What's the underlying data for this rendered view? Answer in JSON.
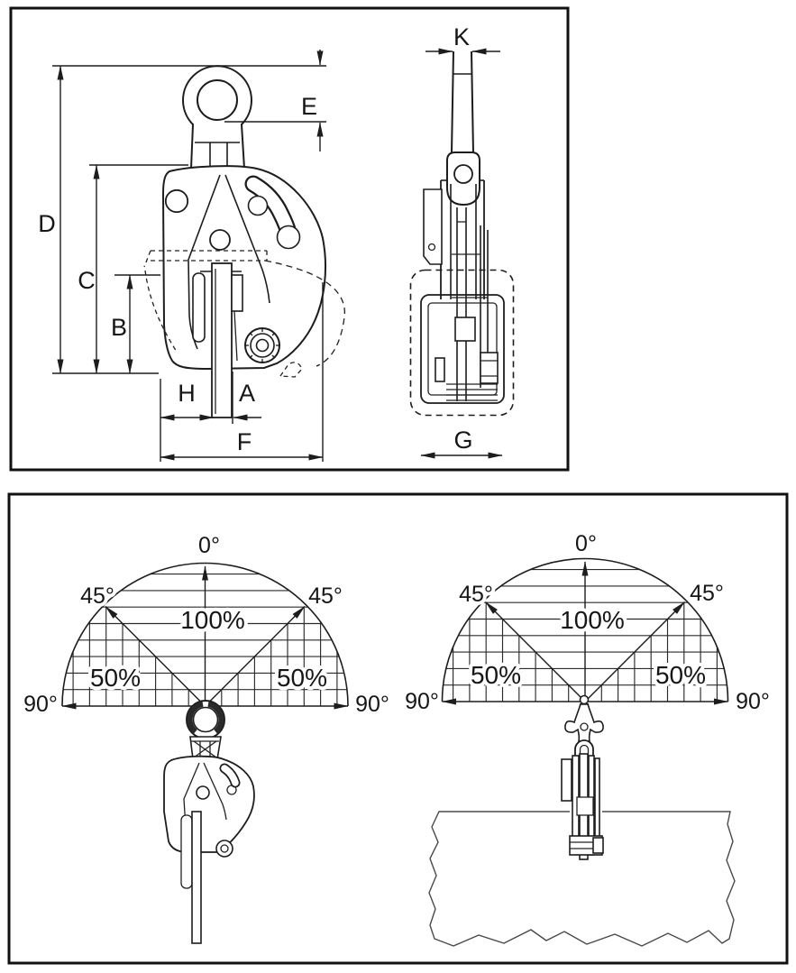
{
  "drawing": {
    "title": "vertical-plate-lifting-clamp-technical-drawing",
    "background": "#ffffff",
    "line_color": "#1d1d1d"
  },
  "top_panel": {
    "description": "Dimensioned outline drawing of a vertical plate lifting clamp, front view and side view",
    "labels": {
      "D": "D",
      "C": "C",
      "B": "B",
      "E": "E",
      "H": "H",
      "A": "A",
      "F": "F",
      "K": "K",
      "G": "G"
    }
  },
  "bottom_panel": {
    "description": "Working load limit versus lifting angle diagrams",
    "left_diagram": {
      "angle_top": "0°",
      "angle_45_left": "45°",
      "angle_45_right": "45°",
      "angle_90_left": "90°",
      "angle_90_right": "90°",
      "load_center": "100%",
      "load_left": "50%",
      "load_right": "50%"
    },
    "right_diagram": {
      "angle_top": "0°",
      "angle_45_left": "45°",
      "angle_45_right": "45°",
      "angle_90_left": "90°",
      "angle_90_right": "90°",
      "load_center": "100%",
      "load_left": "50%",
      "load_right": "50%"
    },
    "chart_data": {
      "type": "angular-load-zones",
      "angle_ticks_deg": [
        0,
        45,
        90
      ],
      "zones": [
        {
          "angle_range_deg": [
            0,
            45
          ],
          "working_load_pct": 100
        },
        {
          "angle_range_deg": [
            45,
            90
          ],
          "working_load_pct": 50
        }
      ]
    }
  }
}
